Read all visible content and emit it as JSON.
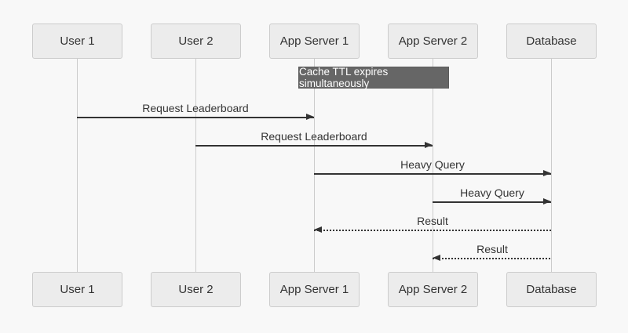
{
  "diagram": {
    "type": "sequence-diagram",
    "actors": [
      "User 1",
      "User 2",
      "App Server 1",
      "App Server 2",
      "Database"
    ],
    "note": {
      "text": "Cache TTL expires simultaneously",
      "over": [
        "App Server 1",
        "App Server 2"
      ]
    },
    "messages": [
      {
        "from": "User 1",
        "to": "App Server 1",
        "label": "Request Leaderboard",
        "line": "solid"
      },
      {
        "from": "User 2",
        "to": "App Server 2",
        "label": "Request Leaderboard",
        "line": "solid"
      },
      {
        "from": "App Server 1",
        "to": "Database",
        "label": "Heavy Query",
        "line": "solid"
      },
      {
        "from": "App Server 2",
        "to": "Database",
        "label": "Heavy Query",
        "line": "solid"
      },
      {
        "from": "Database",
        "to": "App Server 1",
        "label": "Result",
        "line": "dashed"
      },
      {
        "from": "Database",
        "to": "App Server 2",
        "label": "Result",
        "line": "dashed"
      }
    ],
    "colors": {
      "background": "#f8f8f8",
      "actor_fill": "#ececec",
      "actor_border": "#cccccc",
      "text": "#333333",
      "arrow": "#333333",
      "lifeline": "#cccccc",
      "note_fill": "#666666",
      "note_text": "#ffffff"
    }
  }
}
